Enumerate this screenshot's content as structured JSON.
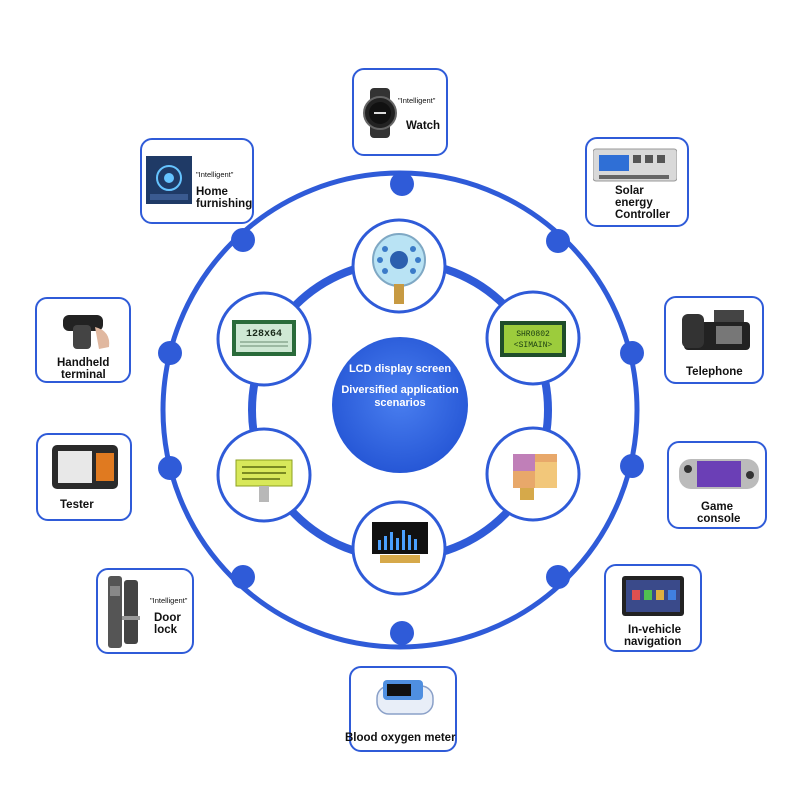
{
  "center": {
    "line1": "LCD display screen",
    "line2": "Diversified application",
    "line3": "scenarios"
  },
  "inner_modules": [
    {
      "name": "round-tft-module"
    },
    {
      "name": "character-lcd-module",
      "text_line1": "SHR0802",
      "text_line2": "<SIMAIN>"
    },
    {
      "name": "tft-panel-module"
    },
    {
      "name": "oled-module"
    },
    {
      "name": "segment-lcd-module"
    },
    {
      "name": "graphic-lcd-module",
      "text_line1": "128x64"
    }
  ],
  "applications": {
    "watch": {
      "tag": "\"Intelligent\"",
      "label": "Watch",
      "icon": "smartwatch-icon"
    },
    "solar": {
      "line1": "Solar",
      "line2": "energy",
      "line3": "Controller",
      "icon": "solar-controller-icon"
    },
    "telephone": {
      "label": "Telephone",
      "icon": "desk-phone-icon"
    },
    "game": {
      "line1": "Game",
      "line2": "console",
      "icon": "handheld-console-icon"
    },
    "navigation": {
      "line1": "In-vehicle",
      "line2": "navigation",
      "icon": "car-navigation-icon"
    },
    "oximeter": {
      "label": "Blood oxygen meter",
      "icon": "pulse-oximeter-icon"
    },
    "doorlock": {
      "tag": "\"Intelligent\"",
      "line1": "Door",
      "line2": "lock",
      "icon": "smart-door-lock-icon"
    },
    "tester": {
      "label": "Tester",
      "icon": "tester-device-icon"
    },
    "handheld": {
      "line1": "Handheld",
      "line2": "terminal",
      "icon": "handheld-terminal-icon"
    },
    "home": {
      "tag": "\"Intelligent\"",
      "line1": "Home",
      "line2": "furnishing",
      "icon": "smart-home-icon"
    }
  },
  "colors": {
    "primary_blue": "#2f5bd8",
    "center_blue": "#2e63df",
    "card_border": "#2f5bd8"
  }
}
